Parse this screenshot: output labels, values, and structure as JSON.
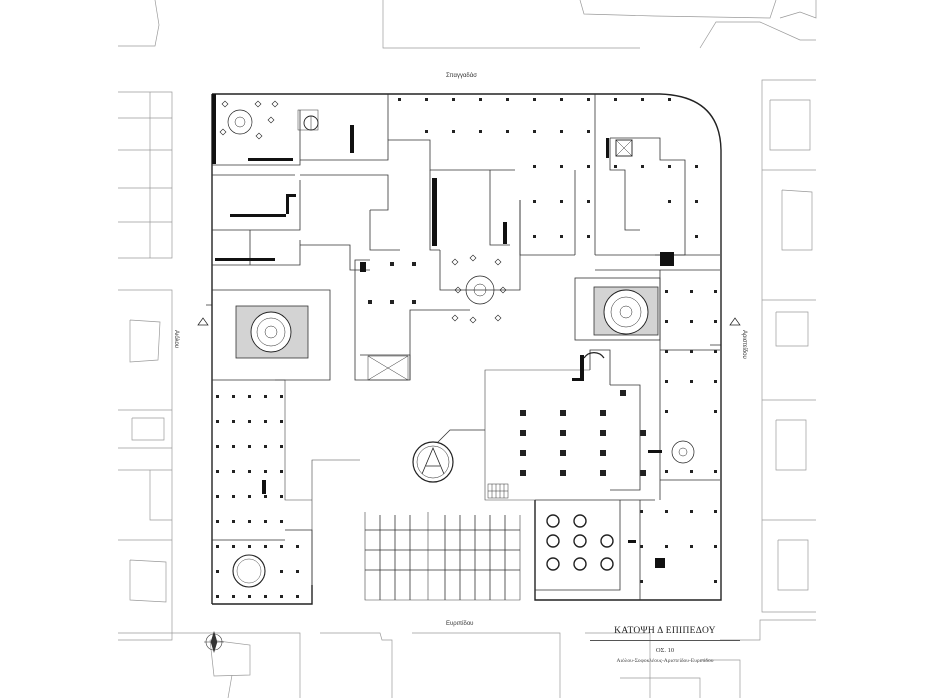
{
  "streets": {
    "top": "Σπαγγαδάσ",
    "bottom": "Ευριπίδου",
    "left": "Αιόλου",
    "right": "Αριστείδου"
  },
  "title_block": {
    "title": "ΚΑΤΟΨΗ Δ ΕΠΙΠΕΔΟΥ",
    "sheet": "ΟΣ. 10",
    "subtitle": "Αιόλου-Σοφοκλέους-Αριστείδου-Ευριπίδου"
  },
  "colors": {
    "ink": "#222222",
    "light_line": "#9a9a9a",
    "grey_fill": "#d3d3d3"
  },
  "icons": [
    "north-arrow-icon",
    "section-marker-icon"
  ]
}
